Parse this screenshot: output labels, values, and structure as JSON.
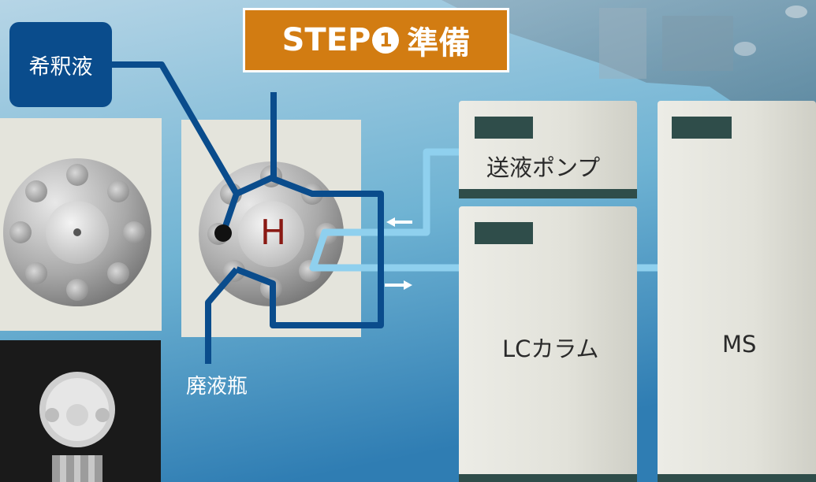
{
  "title": {
    "step_word": "STEP",
    "step_number": "1",
    "step_name": "準備"
  },
  "labels": {
    "diluent": "希釈液",
    "pump": "送液ポンプ",
    "lc_column": "LCカラム",
    "ms": "MS",
    "waste_bottle": "廃液瓶",
    "valve_position": "H"
  },
  "colors": {
    "step_banner": "#d27c12",
    "diluent_box": "#0a4c8c",
    "waste_line": "#0a4c8c",
    "mobile_phase_line": "#8fd0ee",
    "flow_arrow": "#ffffff"
  },
  "flow_arrows": [
    {
      "direction": "left"
    },
    {
      "direction": "right"
    }
  ]
}
